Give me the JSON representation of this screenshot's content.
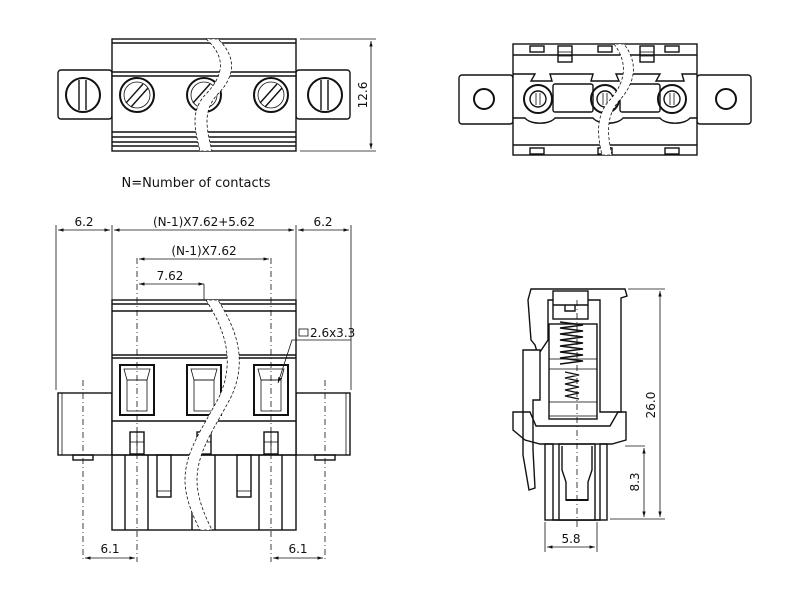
{
  "drawing": {
    "note": "N=Number of contacts",
    "dimensions": {
      "top_height": "12.6",
      "left_flange": "6.2",
      "right_flange": "6.2",
      "body_width": "(N-1)X7.62+5.62",
      "pitch_total": "(N-1)X7.62",
      "pitch": "7.62",
      "opening": "2.6x3.3",
      "left_offset": "6.1",
      "right_offset": "6.1",
      "side_height": "26.0",
      "pin_height": "8.3",
      "pin_width": "5.8"
    },
    "contacts_shown": 3
  }
}
